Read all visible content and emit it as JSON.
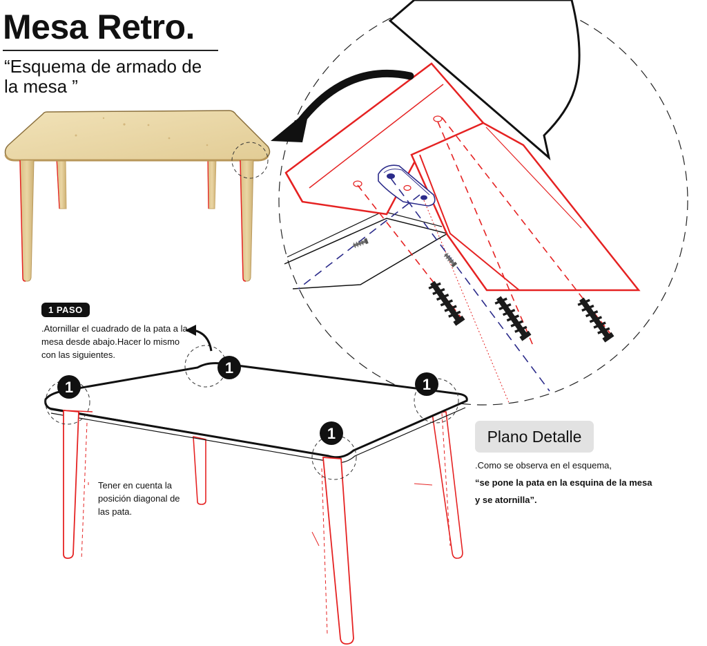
{
  "title": "Mesa Retro.",
  "subtitle": "“Esquema de armado de la mesa ”",
  "step": {
    "badge": "1 PASO",
    "text": ".Atornillar el cuadrado de la  pata a la mesa desde abajo.Hacer lo mismo con las siguientes.",
    "marker": "1"
  },
  "diagonal_note": "Tener en cuenta la posición diagonal de las pata.",
  "detail": {
    "label": "Plano Detalle",
    "text_intro": ".Como se observa en el esquema,",
    "text_bold": "“se pone la pata en la esquina de la mesa y se atornilla”."
  },
  "colors": {
    "wood": "#ead7a8",
    "leg_red": "#e52222",
    "dash_blue": "#2b2b8a",
    "line": "#111111"
  }
}
